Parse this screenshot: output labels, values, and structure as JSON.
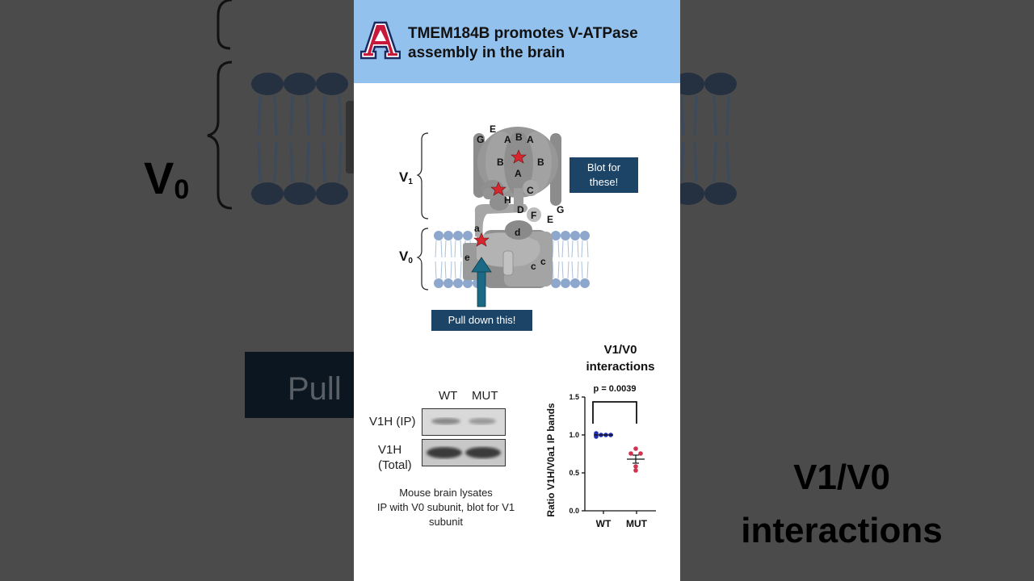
{
  "header": {
    "title_line1": "TMEM184B promotes V-ATPase",
    "title_line2": "assembly in the brain",
    "logo": "university-a-logo",
    "bg_color": "#92c1ee"
  },
  "diagram": {
    "v1_label": "V",
    "v1_sub": "1",
    "v0_label": "V",
    "v0_sub": "0",
    "subunit_labels": [
      "E",
      "G",
      "A",
      "B",
      "A",
      "B",
      "A",
      "B",
      "C",
      "H",
      "D",
      "F",
      "G",
      "E",
      "a",
      "d",
      "e",
      "c",
      "c"
    ],
    "blot_callout": "Blot for these!",
    "pulldown_callout": "Pull down this!",
    "callout_color": "#1c4466",
    "arrow_color": "#1b6a85",
    "star_color": "#d8262e"
  },
  "blot": {
    "col_headers": [
      "WT",
      "MUT"
    ],
    "rows": [
      {
        "label_line1": "V1H (IP)",
        "label_line2": ""
      },
      {
        "label_line1": "V1H",
        "label_line2": "(Total)"
      }
    ],
    "caption_line1": "Mouse brain lysates",
    "caption_line2": "IP with V0 subunit, blot for V1",
    "caption_line3": "subunit"
  },
  "chart_data": {
    "type": "scatter",
    "title": "V1/V0 interactions",
    "ylabel": "Ratio V1H/V0a1 IP bands",
    "xlabel": "",
    "categories": [
      "WT",
      "MUT"
    ],
    "ylim": [
      0.0,
      1.5
    ],
    "yticks": [
      "0.0",
      "0.5",
      "1.0",
      "1.5"
    ],
    "series": [
      {
        "name": "WT",
        "color": "#1f2db0",
        "values": [
          1.02,
          0.98,
          1.0,
          1.0
        ],
        "mean": 1.0,
        "sem": 0.01
      },
      {
        "name": "MUT",
        "color": "#d0334f",
        "values": [
          0.82,
          0.75,
          0.75,
          0.58,
          0.52
        ],
        "mean": 0.68,
        "sem": 0.05
      }
    ],
    "annotation": "p = 0.0039",
    "grid": false,
    "legend": "none"
  },
  "background": {
    "left_v0_label": "V",
    "left_v0_sub": "0",
    "left_pull_text": "Pull",
    "right_title_line1": "V1/V0",
    "right_title_line2": "interactions"
  }
}
